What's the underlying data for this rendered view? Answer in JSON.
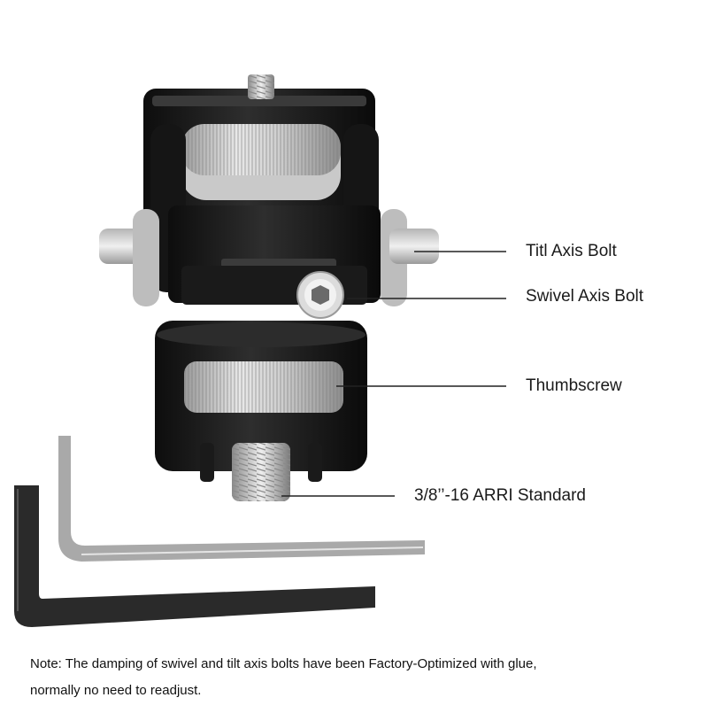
{
  "callouts": {
    "tilt_axis_bolt": "Titl Axis Bolt",
    "swivel_axis_bolt": "Swivel Axis Bolt",
    "thumbscrew": "Thumbscrew",
    "arri_standard": "3/8’’-16 ARRI Standard"
  },
  "note": {
    "line1": "Note: The damping of swivel and tilt axis bolts have been Factory-Optimized with glue,",
    "line2": "normally no need to readjust."
  }
}
